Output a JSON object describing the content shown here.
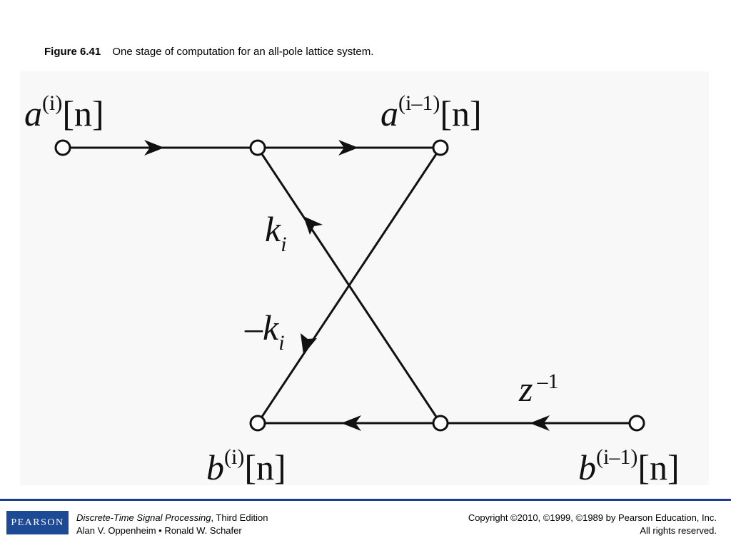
{
  "caption": {
    "figure_label": "Figure 6.41",
    "text": "One stage of computation for an all-pole lattice system."
  },
  "diagram": {
    "labels": {
      "a_in": {
        "var": "a",
        "sup": "(i)",
        "arg": "[n]"
      },
      "a_out": {
        "var": "a",
        "sup": "(i–1)",
        "arg": "[n]"
      },
      "b_out": {
        "var": "b",
        "sup": "(i)",
        "arg": "[n]"
      },
      "b_in": {
        "var": "b",
        "sup": "(i–1)",
        "arg": "[n]"
      },
      "k_pos": {
        "sign": "",
        "var": "k",
        "sub": "i"
      },
      "k_neg": {
        "sign": "–",
        "var": "k",
        "sub": "i"
      },
      "delay": {
        "var": "z",
        "sup": "–1"
      }
    },
    "stroke_color": "#111111"
  },
  "footer": {
    "logo_text": "PEARSON",
    "book_title": "Discrete-Time Signal Processing",
    "edition": ", Third Edition",
    "authors": "Alan V. Oppenheim • Ronald W. Schafer",
    "copyright": "Copyright ©2010, ©1999, ©1989 by Pearson Education, Inc.",
    "rights": "All rights reserved.",
    "rule_color": "#1a3f8f",
    "logo_color": "#1d4a95"
  }
}
